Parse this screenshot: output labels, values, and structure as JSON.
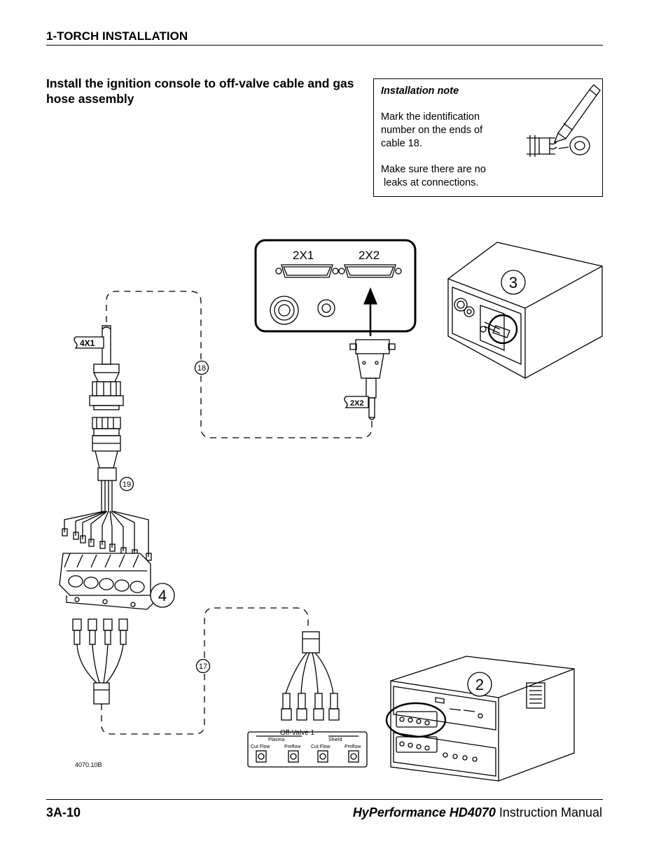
{
  "header": {
    "section": "1-TORCH INSTALLATION"
  },
  "main": {
    "heading": "Install the ignition console to off-valve cable and gas hose assembly"
  },
  "note": {
    "title": "Installation note",
    "line1": "Mark the identification",
    "line2": "number on the ends of",
    "line3": "cable 18.",
    "line4": "Make sure there are no",
    "line5": " leaks at connections."
  },
  "diagram": {
    "connector_2x1": "2X1",
    "connector_2x2": "2X2",
    "tag_4x1": "4X1",
    "tag_2x2": "2X2",
    "callout_18": "18",
    "callout_19": "19",
    "callout_17": "17",
    "callout_3": "3",
    "callout_4": "4",
    "callout_2": "2",
    "panel_title": "Off-Valve 1",
    "panel_plasma": "Plasma",
    "panel_shield": "Shield",
    "panel_cut_flow_1": "Cut Flow",
    "panel_preflow_1": "Preflow",
    "panel_cut_flow_2": "Cut Flow",
    "panel_preflow_2": "Preflow",
    "figure_id": "4070.10B"
  },
  "footer": {
    "page_number": "3A-10",
    "product": "HyPerformance HD4070",
    "manual": " Instruction Manual"
  }
}
